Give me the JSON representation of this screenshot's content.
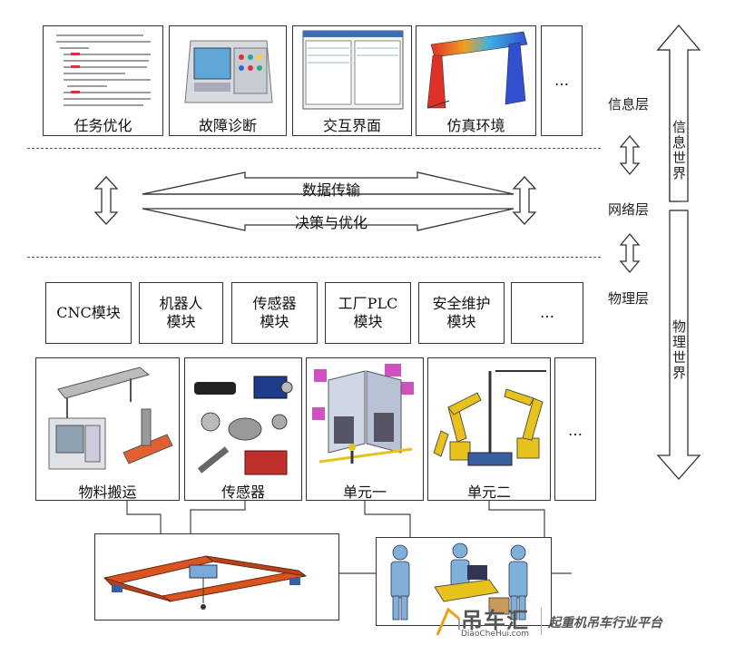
{
  "info_layer": {
    "items": [
      {
        "label": "任务优化",
        "icon": "code-screenshot-image"
      },
      {
        "label": "故障诊断",
        "icon": "diagnostic-device-image"
      },
      {
        "label": "交互界面",
        "icon": "software-window-image"
      },
      {
        "label": "仿真环境",
        "icon": "gantry-simulation-image"
      },
      {
        "label": "…"
      }
    ]
  },
  "network": {
    "up_label": "数据传输",
    "down_label": "决策与优化"
  },
  "modules": [
    {
      "label": "CNC模块"
    },
    {
      "label": "机器人\n模块"
    },
    {
      "label": "传感器\n模块"
    },
    {
      "label": "工厂PLC\n模块"
    },
    {
      "label": "安全维护\n模块"
    },
    {
      "label": "…"
    }
  ],
  "physical": {
    "items": [
      {
        "label": "物料搬运",
        "icon": "conveyor-machine-image"
      },
      {
        "label": "传感器",
        "icon": "sensors-image"
      },
      {
        "label": "单元一",
        "icon": "factory-cell-image"
      },
      {
        "label": "单元二",
        "icon": "robot-arms-image"
      },
      {
        "label": "…"
      }
    ],
    "crane_icon": "overhead-crane-image",
    "workers_icon": "workers-image"
  },
  "layers": {
    "info": "信息层",
    "network": "网络层",
    "physical": "物理层"
  },
  "worlds": {
    "info": "信息世界",
    "physical": "物理世界"
  },
  "watermark": {
    "logo": "吊车汇",
    "url": "DiaoCheHui.com",
    "slogan": "起重机吊车行业平台"
  },
  "colors": {
    "border": "#333333",
    "crane": "#d9541e",
    "robot": "#e8c21a",
    "cell_panel": "#cfd6e4"
  }
}
